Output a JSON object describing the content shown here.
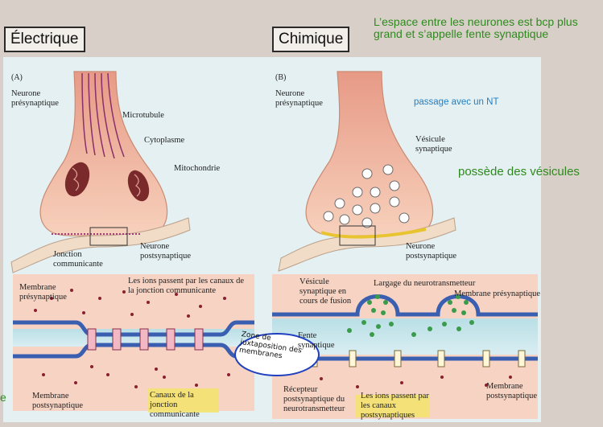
{
  "header": {
    "electric_label": "Électrique",
    "chemical_label": "Chimique",
    "note_space": "L’espace entre les neurones est bcp plus grand et s’appelle fente synaptique",
    "note_nt": "passage avec un NT",
    "note_vesicles": "possède des vésicules",
    "margin_left_fragment": "e"
  },
  "panel_a": {
    "tag": "(A)",
    "presynaptic": "Neurone présynaptique",
    "microtubule": "Microtubule",
    "cytoplasm": "Cytoplasme",
    "mitochondria": "Mitochondrie",
    "gap_junction": "Jonction communicante",
    "postsynaptic": "Neurone postsynaptique",
    "membrane_pre": "Membrane présynaptique",
    "ions_channels": "Les ions passent par les canaux de la jonction communicante",
    "membrane_post": "Membrane postsynaptique",
    "channel_label": "Canaux de la jonction communicante"
  },
  "panel_b": {
    "tag": "(B)",
    "presynaptic": "Neurone présynaptique",
    "vesicle": "Vésicule synaptique",
    "postsynaptic": "Neurone postsynaptique",
    "fusing_vesicle": "Vésicule synaptique en cours de fusion",
    "release": "Largage du neurotransmetteur",
    "membrane_pre": "Membrane présynaptique",
    "cleft": "Fente synaptique",
    "receptor": "Récepteur postsynaptique du neurotransmetteur",
    "ions_post": "Les ions passent par les canaux postsynaptiques",
    "membrane_post": "Membrane postsynaptique"
  },
  "handwritten_note": "Zone de juxtaposition des membranes",
  "colors": {
    "green_note": "#2e8a1e",
    "blue_note": "#1f7fc7",
    "highlight": "#f3e36a",
    "neuron_fill": "#f2c2a6",
    "membrane_blue": "#3a5fb0"
  }
}
